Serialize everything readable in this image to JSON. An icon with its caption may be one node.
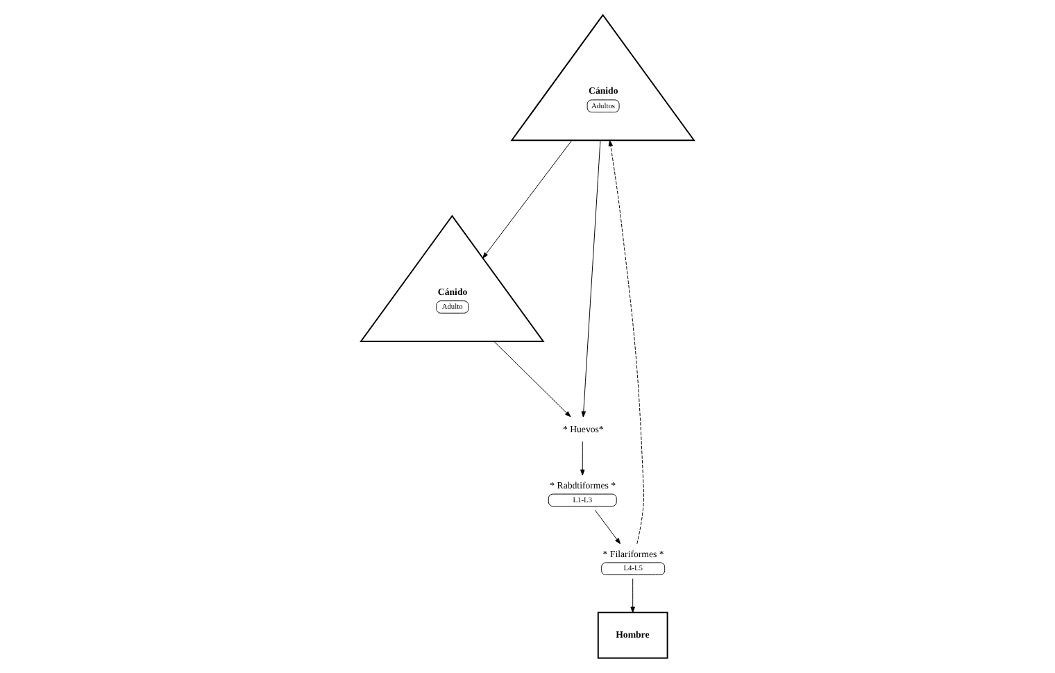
{
  "diagram": {
    "nodes": [
      {
        "text": [
          "Cánido",
          "Adultos"
        ]
      },
      {
        "text": [
          "Hombre"
        ]
      },
      {
        "text": [
          "Cánido",
          "Adulto"
        ]
      },
      {
        "text": [
          "* Filariformes *",
          "L4-L5"
        ]
      },
      {
        "text": [
          "* Huevos*"
        ]
      },
      {
        "text": [
          "* Rabdtiformes *",
          "L1-L3"
        ]
      }
    ],
    "edges": [
      {
        "from": 3,
        "to": 1,
        "arrow": "to"
      },
      {
        "from": 3,
        "to": 0,
        "arrow": "to",
        "style": "dashed"
      },
      {
        "from": 0,
        "to": 2,
        "arrow": "to"
      },
      {
        "from": 0,
        "to": 4,
        "arrow": "to"
      },
      {
        "from": 2,
        "to": 4,
        "arrow": "to"
      },
      {
        "from": 4,
        "to": 5,
        "arrow": "to"
      },
      {
        "from": 5,
        "to": 3,
        "arrow": "to"
      }
    ]
  }
}
